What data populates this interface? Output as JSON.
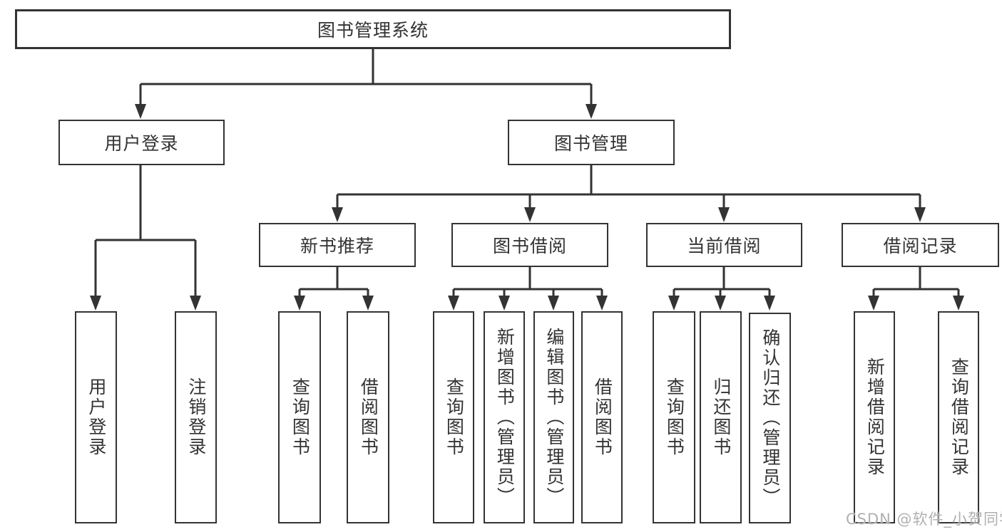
{
  "diagram": {
    "type": "tree",
    "title": "图书管理系统",
    "root": "图书管理系统",
    "level2": [
      {
        "label": "用户登录",
        "leaves": [
          "用户登录",
          "注销登录"
        ]
      },
      {
        "label": "图书管理",
        "groups": [
          {
            "label": "新书推荐",
            "leaves": [
              "查询图书",
              "借阅图书"
            ]
          },
          {
            "label": "图书借阅",
            "leaves": [
              "查询图书",
              "新增图书（管理员）",
              "编辑图书（管理员）",
              "借阅图书"
            ]
          },
          {
            "label": "当前借阅",
            "leaves": [
              "查询图书",
              "归还图书",
              "确认归还（管理员）"
            ]
          },
          {
            "label": "借阅记录",
            "leaves": [
              "新增借阅记录",
              "查询借阅记录"
            ]
          }
        ]
      }
    ],
    "line_color": "#333333",
    "box_border_color": "#333333",
    "text_color": "#333333",
    "background_color": "#ffffff"
  },
  "watermark": {
    "text": "CSDN @软件_小贺同学",
    "color": "#b0b0b0"
  }
}
